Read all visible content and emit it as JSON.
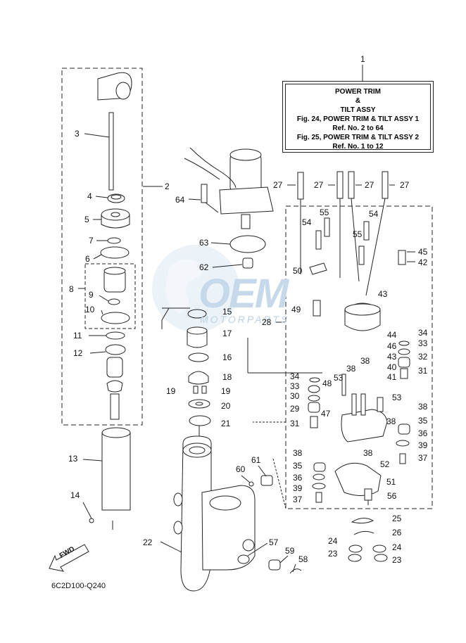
{
  "caption_box": {
    "line1": "POWER TRIM",
    "line2": "&",
    "line3": "TILT ASSY",
    "line4": "Fig. 24, POWER TRIM & TILT ASSY 1",
    "line5": "Ref. No. 2 to 64",
    "line6": "Fig. 25, POWER TRIM & TILT ASSY 2",
    "line7": "Ref. No. 1 to 12"
  },
  "diagram_code": "6C2D100-Q240",
  "fwd_label": "FWD",
  "watermark": {
    "logo": "OEM",
    "tagline": "MOTORPARTS"
  },
  "callouts": {
    "c1": "1",
    "c2": "2",
    "c3": "3",
    "c4": "4",
    "c5": "5",
    "c6": "6",
    "c7": "7",
    "c8": "8",
    "c9": "9",
    "c10": "10",
    "c11": "11",
    "c12": "12",
    "c13": "13",
    "c14": "14",
    "c15": "15",
    "c16": "16",
    "c17": "17",
    "c18": "18",
    "c19a": "19",
    "c19b": "19",
    "c20": "20",
    "c21": "21",
    "c22": "22",
    "c23a": "23",
    "c23b": "23",
    "c24a": "24",
    "c24b": "24",
    "c25": "25",
    "c26": "26",
    "c27a": "27",
    "c27b": "27",
    "c27c": "27",
    "c27d": "27",
    "c28": "28",
    "c29": "29",
    "c30": "30",
    "c31a": "31",
    "c31b": "31",
    "c32": "32",
    "c33a": "33",
    "c33b": "33",
    "c34a": "34",
    "c34b": "34",
    "c35a": "35",
    "c35b": "35",
    "c36a": "36",
    "c36b": "36",
    "c37a": "37",
    "c37b": "37",
    "c38a": "38",
    "c38b": "38",
    "c38c": "38",
    "c38d": "38",
    "c38e": "38",
    "c38f": "38",
    "c39a": "39",
    "c39b": "39",
    "c40": "40",
    "c41": "41",
    "c42": "42",
    "c43a": "43",
    "c43b": "43",
    "c44": "44",
    "c45": "45",
    "c46": "46",
    "c47": "47",
    "c48": "48",
    "c49": "49",
    "c50": "50",
    "c51": "51",
    "c52": "52",
    "c53a": "53",
    "c53b": "53",
    "c54a": "54",
    "c54b": "54",
    "c55a": "55",
    "c55b": "55",
    "c56": "56",
    "c57": "57",
    "c58": "58",
    "c59": "59",
    "c60": "60",
    "c61": "61",
    "c62": "62",
    "c63": "63",
    "c64": "64"
  }
}
